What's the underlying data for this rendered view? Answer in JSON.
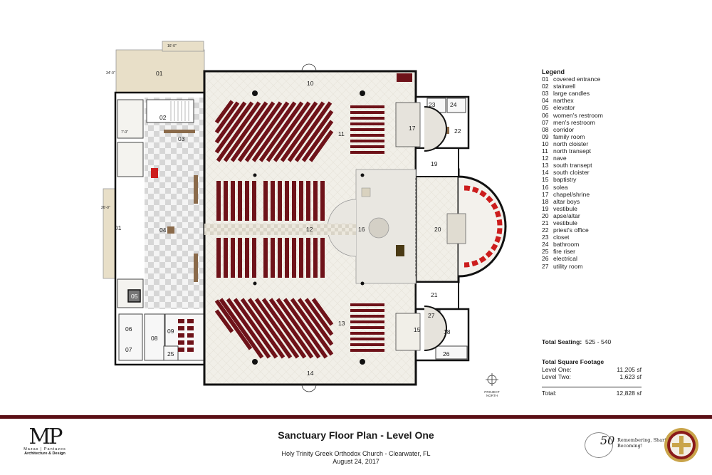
{
  "legend": {
    "title": "Legend",
    "items": [
      {
        "num": "01",
        "label": "covered entrance"
      },
      {
        "num": "02",
        "label": "stairwell"
      },
      {
        "num": "03",
        "label": "large candles"
      },
      {
        "num": "04",
        "label": "narthex"
      },
      {
        "num": "05",
        "label": "elevator"
      },
      {
        "num": "06",
        "label": "women's restroom"
      },
      {
        "num": "07",
        "label": "men's restroom"
      },
      {
        "num": "08",
        "label": "corridor"
      },
      {
        "num": "09",
        "label": "family room"
      },
      {
        "num": "10",
        "label": "north cloister"
      },
      {
        "num": "11",
        "label": "north transept"
      },
      {
        "num": "12",
        "label": "nave"
      },
      {
        "num": "13",
        "label": "south transept"
      },
      {
        "num": "14",
        "label": "south cloister"
      },
      {
        "num": "15",
        "label": "baptistry"
      },
      {
        "num": "16",
        "label": "solea"
      },
      {
        "num": "17",
        "label": "chapel/shrine"
      },
      {
        "num": "18",
        "label": "altar boys"
      },
      {
        "num": "19",
        "label": "vestibule"
      },
      {
        "num": "20",
        "label": "apse/altar"
      },
      {
        "num": "21",
        "label": "vestibule"
      },
      {
        "num": "22",
        "label": "priest's office"
      },
      {
        "num": "23",
        "label": "closet"
      },
      {
        "num": "24",
        "label": "bathroom"
      },
      {
        "num": "25",
        "label": "fire riser"
      },
      {
        "num": "26",
        "label": "electrical"
      },
      {
        "num": "27",
        "label": "utility room"
      }
    ]
  },
  "seating": {
    "label": "Total Seating:",
    "value": "525 - 540"
  },
  "square_footage": {
    "title": "Total Square Footage",
    "rows": [
      {
        "label": "Level One:",
        "value": "11,205 sf"
      },
      {
        "label": "Level Two:",
        "value": "1,623 sf"
      }
    ],
    "total_label": "Total:",
    "total_value": "12,828 sf"
  },
  "north_arrow": {
    "line1": "PROJECT",
    "line2": "NORTH"
  },
  "title_block": {
    "title": "Sanctuary Floor Plan - Level One",
    "subtitle": "Holy Trinity Greek Orthodox Church - Clearwater, FL",
    "date": "August 24, 2017"
  },
  "firm": {
    "mark": "MP",
    "name": "Mazas | Pantazes",
    "subtitle": "Architecture & Design"
  },
  "anniversary": {
    "number": "50",
    "motto_line1": "Remembering,",
    "motto_line2": "Sharing,",
    "motto_line3": "Becoming!"
  },
  "dimensions": {
    "d1": "16'-0\"",
    "d2": "34'-0\"",
    "d3": "7'-0\"",
    "d4": "26'-0\""
  },
  "rooms": {
    "r01a": "01",
    "r01b": "01",
    "r02": "02",
    "r03": "03",
    "r04": "04",
    "r05": "05",
    "r06": "06",
    "r07": "07",
    "r08": "08",
    "r09": "09",
    "r10": "10",
    "r11": "11",
    "r12": "12",
    "r13": "13",
    "r14": "14",
    "r15": "15",
    "r16": "16",
    "r17": "17",
    "r18": "18",
    "r19": "19",
    "r20": "20",
    "r21": "21",
    "r22": "22",
    "r23": "23",
    "r24": "24",
    "r25": "25",
    "r26": "26",
    "r27": "27"
  },
  "colors": {
    "pew": "#6e1219",
    "wall": "#111111",
    "floor": "#efede6",
    "checker": "#d7d7d7",
    "entrance": "#e8dfc8",
    "accent": "#5b0f15"
  }
}
